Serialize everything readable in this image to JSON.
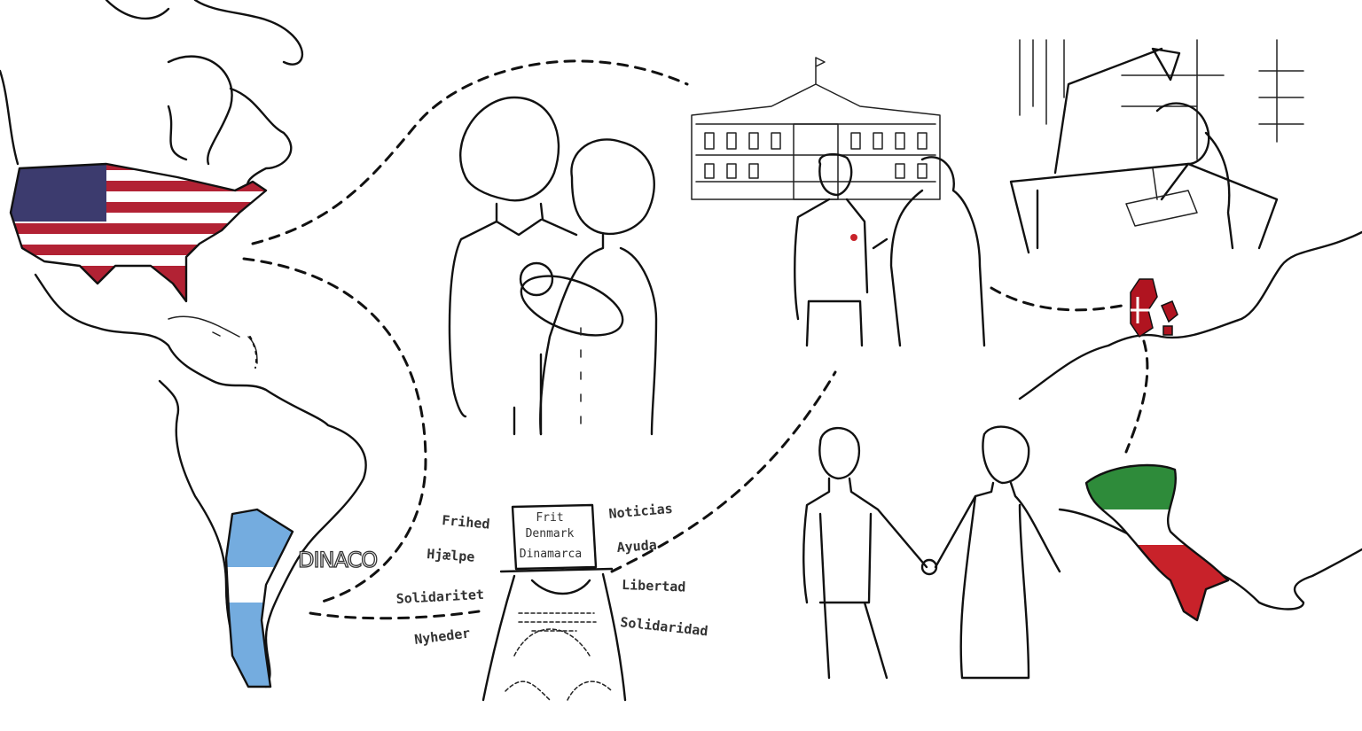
{
  "colors": {
    "us_red": "#b22234",
    "us_blue": "#3c3b6e",
    "arg_blue": "#74acdf",
    "denmark_red": "#b01420",
    "italy_green": "#2e8b3a",
    "italy_red": "#c8222a",
    "ink": "#111111"
  },
  "logo": {
    "text": "DINACO"
  },
  "typewriter": {
    "paper_lines": [
      "Frit",
      "Denmark",
      "Dinamarca"
    ],
    "left_words": [
      "Frihed",
      "Hjælpe",
      "Solidaritet",
      "Nyheder"
    ],
    "right_words": [
      "Noticias",
      "Ayuda",
      "Libertad",
      "Solidaridad"
    ]
  },
  "scenes": [
    "americas-map",
    "family-with-baby",
    "palace-award",
    "artist-at-desk",
    "denmark-map",
    "italy-map",
    "couple-holding-hands",
    "typewriter"
  ]
}
